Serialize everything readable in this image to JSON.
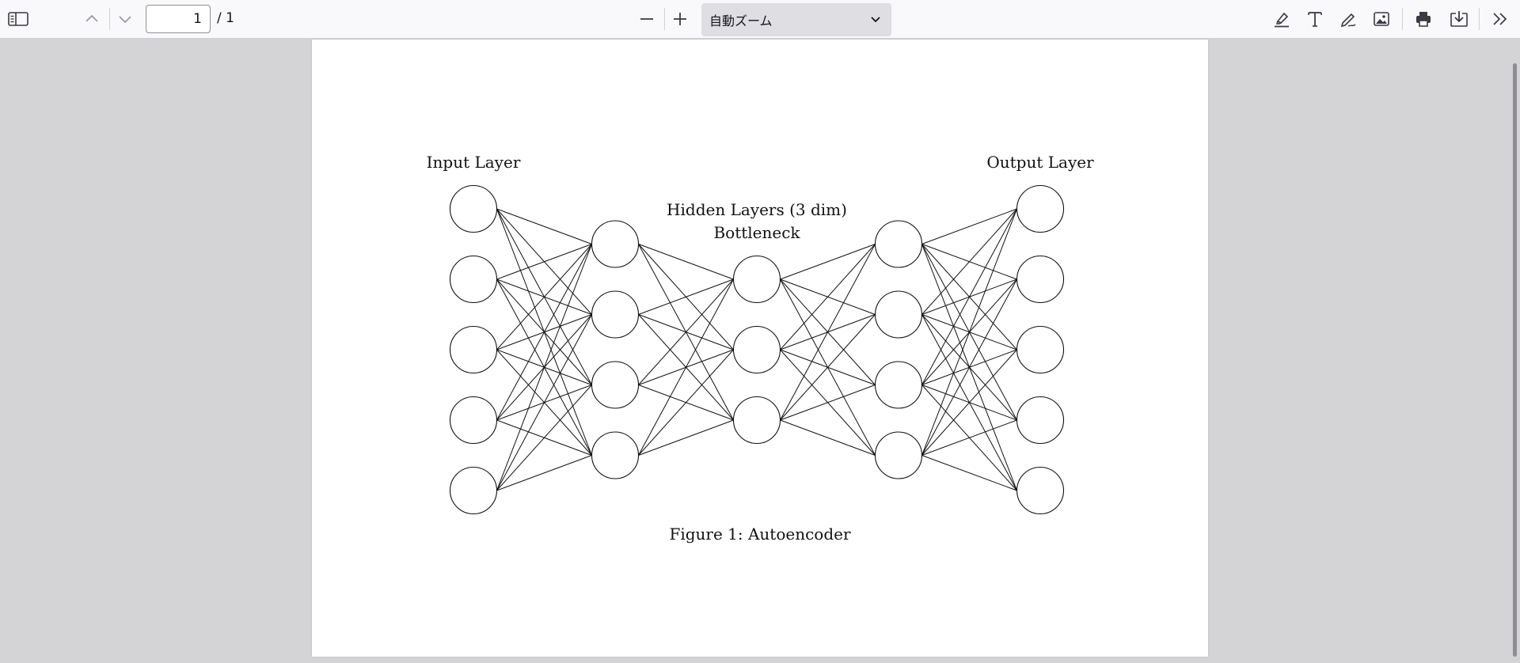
{
  "toolbar": {
    "page_number": "1",
    "page_total": "/ 1",
    "zoom_value": "自動ズーム",
    "icons": {
      "sidebar": "sidebar-toggle-icon",
      "prev": "chevron-up-icon",
      "next": "chevron-down-icon",
      "zoom_out": "minus-icon",
      "zoom_in": "plus-icon",
      "highlight": "highlighter-icon",
      "text": "text-icon",
      "draw": "pen-icon",
      "image": "image-icon",
      "print": "printer-icon",
      "save": "download-icon",
      "more": "double-chevron-right-icon"
    }
  },
  "document": {
    "label_input": "Input Layer",
    "label_output": "Output Layer",
    "label_hidden": "Hidden Layers (3 dim)",
    "label_bottleneck": "Bottleneck",
    "caption": "Figure 1: Autoencoder",
    "layer_sizes": [
      5,
      4,
      3,
      4,
      5
    ]
  }
}
